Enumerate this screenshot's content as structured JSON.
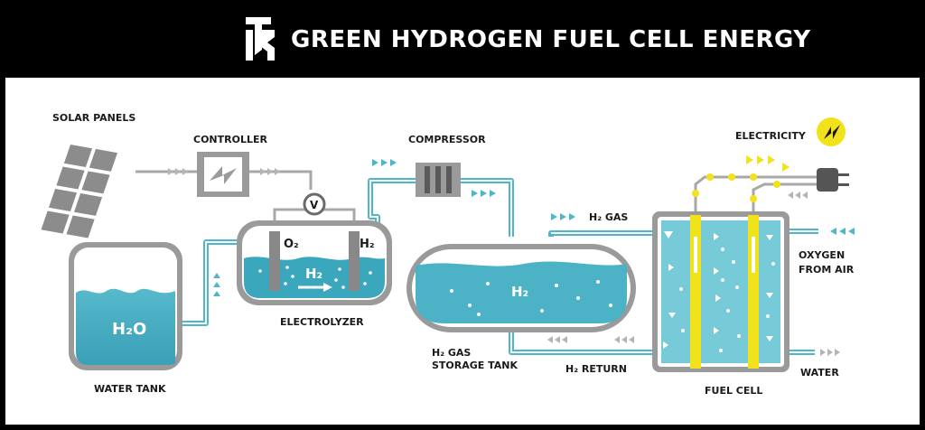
{
  "header": {
    "title": "GREEN HYDROGEN FUEL CELL ENERGY"
  },
  "labels": {
    "solar_panels": "SOLAR PANELS",
    "controller": "CONTROLLER",
    "compressor": "COMPRESSOR",
    "electricity": "ELECTRICITY",
    "h2_gas": "H₂ GAS",
    "oxygen_line1": "OXYGEN",
    "oxygen_line2": "FROM AIR",
    "water_tank": "WATER TANK",
    "electrolyzer": "ELECTROLYZER",
    "storage_line1": "H₂ GAS",
    "storage_line2": "STORAGE TANK",
    "h2_return": "H₂ RETURN",
    "fuel_cell": "FUEL CELL",
    "water": "WATER"
  },
  "inner_text": {
    "water_tank": "H₂O",
    "electrolyzer_o2": "O₂",
    "electrolyzer_h2_electrode": "H₂",
    "electrolyzer_h2": "H₂",
    "storage_h2": "H₂",
    "voltmeter": "V"
  },
  "colors": {
    "background": "#000000",
    "panel": "#ffffff",
    "teal": "#3aa7bd",
    "teal_dark": "#2b8ea3",
    "teal_light": "#a9dde6",
    "pipe": "#4fb6c9",
    "yellow": "#f2e21c",
    "gray": "#9a9a9a",
    "dark": "#1a1a1a"
  },
  "icons": {
    "logo": "brand-logo-icon",
    "electricity": "lightning-bolt-icon",
    "plug": "power-plug-icon",
    "controller": "lightning-bolt-icon",
    "voltmeter": "voltmeter-icon"
  }
}
